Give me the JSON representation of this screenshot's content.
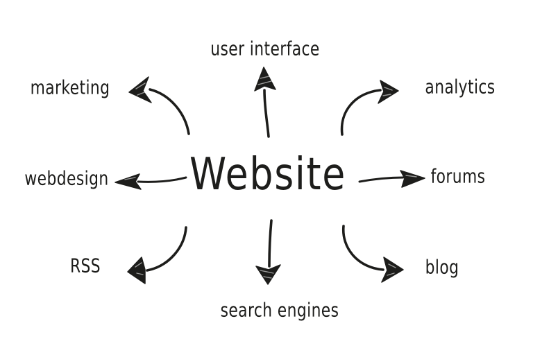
{
  "colors": {
    "ink": "#1d1d1b",
    "background": "#ffffff"
  },
  "center": {
    "label": "Website"
  },
  "nodes": [
    {
      "id": "user-interface",
      "label": "user interface",
      "position": "top"
    },
    {
      "id": "marketing",
      "label": "marketing",
      "position": "top-left"
    },
    {
      "id": "analytics",
      "label": "analytics",
      "position": "top-right"
    },
    {
      "id": "webdesign",
      "label": "webdesign",
      "position": "left"
    },
    {
      "id": "forums",
      "label": "forums",
      "position": "right"
    },
    {
      "id": "rss",
      "label": "RSS",
      "position": "bottom-left"
    },
    {
      "id": "blog",
      "label": "blog",
      "position": "bottom-right"
    },
    {
      "id": "search-engines",
      "label": "search engines",
      "position": "bottom"
    }
  ]
}
